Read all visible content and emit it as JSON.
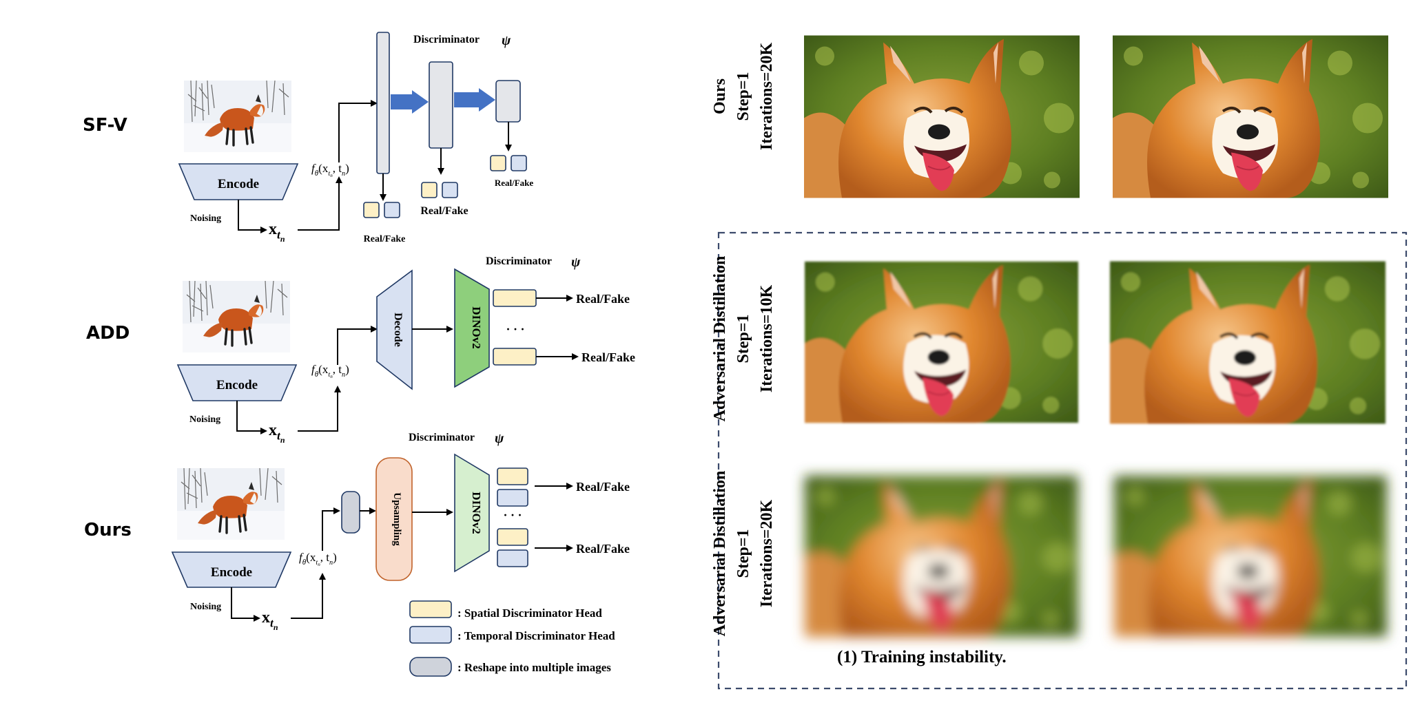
{
  "colors": {
    "spatial_head": "#fdf0c6",
    "temporal_head": "#d8e1f2",
    "reshape": "#cfd3db",
    "encoder": "#d8e1f2",
    "decoder": "#d8e1f2",
    "dinov2_add": "#8ecf7c",
    "dinov2_ours": "#d6efcf",
    "upsampling": "#f9dccb",
    "arrow_blue": "#4472c4",
    "stroke_dark": "#1f3864",
    "dashed_border": "#3b4a6b"
  },
  "left": {
    "sfv": {
      "row_label": "SF-V",
      "disc_title": "Discriminator",
      "psi": "ψ",
      "encode": "Encode",
      "noising": "Noising",
      "xt_base": "x",
      "xt_sub": "t",
      "xt_subsub": "n",
      "f_label": "f",
      "f_sub": "θ",
      "f_args": "(x",
      "f_args_tn": ", t",
      "real_fake_small_1": "Real/Fake",
      "real_fake_mid": "Real/Fake",
      "real_fake_small_2": "Real/Fake"
    },
    "add": {
      "row_label": "ADD",
      "disc_title": "Discriminator",
      "psi": "ψ",
      "encode": "Encode",
      "noising": "Noising",
      "decode": "Decode",
      "dinov2": "DINOv2",
      "ellipsis": "· · ·",
      "real_fake_1": "Real/Fake",
      "real_fake_2": "Real/Fake"
    },
    "ours": {
      "row_label": "Ours",
      "disc_title": "Discriminator",
      "psi": "ψ",
      "encode": "Encode",
      "noising": "Noising",
      "upsampling": "Upsampling",
      "dinov2": "DINOv2",
      "ellipsis": "· · ·",
      "real_fake_1": "Real/Fake",
      "real_fake_2": "Real/Fake"
    },
    "legend": {
      "spatial": ": Spatial Discriminator Head",
      "temporal": ": Temporal Discriminator Head",
      "reshape": ": Reshape into multiple images"
    }
  },
  "right": {
    "row1": {
      "line1": "Ours",
      "line2": "Step=1",
      "line3": "Iterations=20K"
    },
    "row2": {
      "line1": "Adversarial Distillation",
      "line2": "Step=1",
      "line3": "Iterations=10K"
    },
    "row3": {
      "line1": "Adversarial Distillation",
      "line2": "Step=1",
      "line3": "Iterations=20K"
    },
    "caption": "(1) Training instability."
  }
}
